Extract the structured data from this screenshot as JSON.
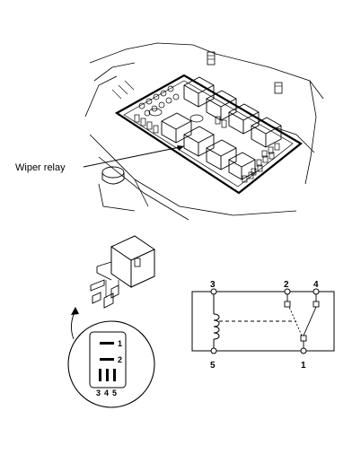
{
  "callout": {
    "label": "Wiper relay"
  },
  "relay_face": {
    "pins_right": [
      "1",
      "2"
    ],
    "pins_bottom": [
      "3",
      "4",
      "5"
    ]
  },
  "schematic": {
    "pins_top": [
      "3",
      "2",
      "4"
    ],
    "pins_bottom": [
      "5",
      "1"
    ]
  }
}
